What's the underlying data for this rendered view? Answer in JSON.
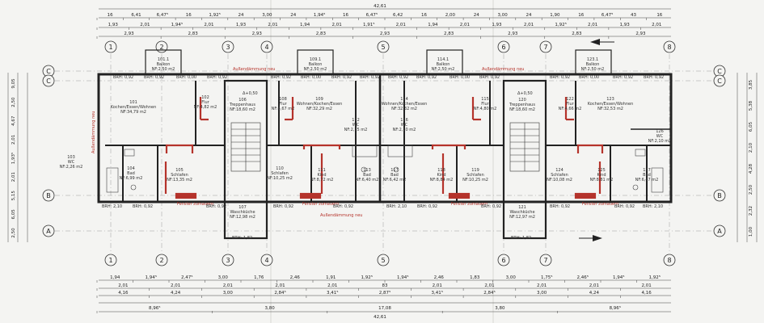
{
  "colors": {
    "wall": "#222222",
    "paper": "#f4f4f2",
    "accent_red": "#b5332b",
    "line": "#555555",
    "grid": "#888888"
  },
  "axes": {
    "labels": [
      "1",
      "2",
      "3",
      "4",
      "5",
      "6",
      "7",
      "8"
    ],
    "row_labels": [
      "C",
      "C",
      "B",
      "A"
    ]
  },
  "dimensions": {
    "top_total": "42,61",
    "top_row1": [
      "16",
      "6,41",
      "6,47⁵",
      "16",
      "1,92⁵",
      "24",
      "3,00",
      "24",
      "1,94⁵",
      "16",
      "6,47⁵",
      "6,42",
      "16",
      "2,00",
      "24",
      "3,00",
      "24",
      "1,90",
      "16",
      "6,47⁵",
      "43",
      "16"
    ],
    "top_row2": [
      "1,93",
      "2,01",
      "1,94⁵",
      "2,01",
      "1,93",
      "2,01",
      "1,94",
      "2,01",
      "1,91⁵",
      "2,01",
      "1,94",
      "2,01",
      "1,93",
      "2,01",
      "1,92⁵",
      "2,01",
      "1,93",
      "2,01"
    ],
    "top_row3": [
      "2,93",
      "2,83",
      "2,93",
      "2,83",
      "2,93",
      "2,83",
      "2,93",
      "2,83",
      "2,93"
    ],
    "bottom_row1": [
      "1,94",
      "1,94⁵",
      "2,47⁵",
      "3,00",
      "1,76",
      "2,46",
      "1,91",
      "1,92⁵",
      "1,94⁵",
      "2,46",
      "1,83",
      "3,00",
      "1,75⁵",
      "2,46⁵",
      "1,94⁵",
      "1,92⁵"
    ],
    "bottom_row2": [
      "2,01",
      "2,01",
      "2,01",
      "2,01",
      "2,01",
      "83",
      "2,01",
      "2,01",
      "2,01",
      "2,01",
      "2,01"
    ],
    "bottom_row3": [
      "4,16",
      "4,24",
      "3,00",
      "2,84⁵",
      "3,41⁵",
      "2,87⁵",
      "3,41⁵",
      "2,84⁵",
      "3,00",
      "4,24",
      "4,16"
    ],
    "bottom_row4": [
      "8,96⁵",
      "3,80",
      "17,08",
      "3,80",
      "8,96⁵"
    ],
    "bottom_total": "42,61",
    "left_side": [
      "9,05",
      "2,50",
      "4,67",
      "2,01",
      "1,93⁵",
      "2,01",
      "5,15",
      "6,05",
      "2,50"
    ],
    "right_side": [
      "3,85",
      "5,38",
      "6,05",
      "2,10",
      "4,28",
      "2,50",
      "2,32",
      "1,00"
    ]
  },
  "rooms": [
    {
      "id": "101",
      "name": "Kochen/Essen/Wohnen",
      "area": "NF:34,79 m2"
    },
    {
      "id": "101.1",
      "name": "Balkon",
      "area": "NF:2,50 m2"
    },
    {
      "id": "102",
      "name": "Flur",
      "area": "NF:4,82 m2"
    },
    {
      "id": "103",
      "name": "WC",
      "area": "NF:2,26 m2"
    },
    {
      "id": "104",
      "name": "Bad",
      "area": "NF:6,99 m2"
    },
    {
      "id": "105",
      "name": "Schlafen",
      "area": "NF:13,35 m2"
    },
    {
      "id": "106",
      "name": "Treppenhaus",
      "area": "NF:18,60 m2"
    },
    {
      "id": "107",
      "name": "Waschküche",
      "area": "NF:12,98 m2"
    },
    {
      "id": "108",
      "name": "Flur",
      "area": "NF:4,67 m2"
    },
    {
      "id": "109",
      "name": "Wohnen/Kochen/Essen",
      "area": "NF:32,29 m2"
    },
    {
      "id": "109.1",
      "name": "Balkon",
      "area": "NF:2,50 m2"
    },
    {
      "id": "110",
      "name": "Schlafen",
      "area": "NF:10,25 m2"
    },
    {
      "id": "111",
      "name": "Kind",
      "area": "NF:8,72 m2"
    },
    {
      "id": "112",
      "name": "WC",
      "area": "NF:2,15 m2"
    },
    {
      "id": "113",
      "name": "Bad",
      "area": "NF:6,40 m2"
    },
    {
      "id": "114",
      "name": "Wohnen/Kochen/Essen",
      "area": "NF:32,32 m2"
    },
    {
      "id": "114.1",
      "name": "Balkon",
      "area": "NF:2,50 m2"
    },
    {
      "id": "115",
      "name": "Flur",
      "area": "NF:4,80 m2"
    },
    {
      "id": "116",
      "name": "WC",
      "area": "NF:2,10 m2"
    },
    {
      "id": "117",
      "name": "Bad",
      "area": "NF:6,42 m2"
    },
    {
      "id": "118",
      "name": "Kind",
      "area": "NF:8,84 m2"
    },
    {
      "id": "119",
      "name": "Schlafen",
      "area": "NF:10,25 m2"
    },
    {
      "id": "120",
      "name": "Treppenhaus",
      "area": "NF:18,60 m2"
    },
    {
      "id": "121",
      "name": "Waschküche",
      "area": "NF:12,97 m2"
    },
    {
      "id": "122",
      "name": "Flur",
      "area": "NF:4,66 m2"
    },
    {
      "id": "123",
      "name": "Kochen/Essen/Wohnen",
      "area": "NF:32,53 m2"
    },
    {
      "id": "123.1",
      "name": "Balkon",
      "area": "NF:2,50 m2"
    },
    {
      "id": "124",
      "name": "Schlafen",
      "area": "NF:10,08 m2"
    },
    {
      "id": "125",
      "name": "Kind",
      "area": "NF:8,81 m2"
    },
    {
      "id": "126",
      "name": "WC",
      "area": "NF:2,10 m2"
    },
    {
      "id": "127",
      "name": "Bad",
      "area": "NF:6,47 m2"
    }
  ],
  "notes": {
    "insulation_top_left": "Außendämmung neu",
    "insulation_top_right": "Außendämmung neu",
    "insulation_left": "Außendämmung neu",
    "insulation_bottom": "Außendämmung neu",
    "window_1": "Fenster zumauern",
    "window_2": "Fenster zumauern",
    "window_3": "Fenster zumauern",
    "window_4": "Fenster zumauern",
    "brh_092": "BRH: 0,92",
    "brh_000": "BRH: 0,00",
    "brh_210": "BRH: 2,10",
    "brh_182": "BRH: 1,82",
    "stair_1": "Δ+0,50",
    "stair_2": "Δ+0,50"
  }
}
